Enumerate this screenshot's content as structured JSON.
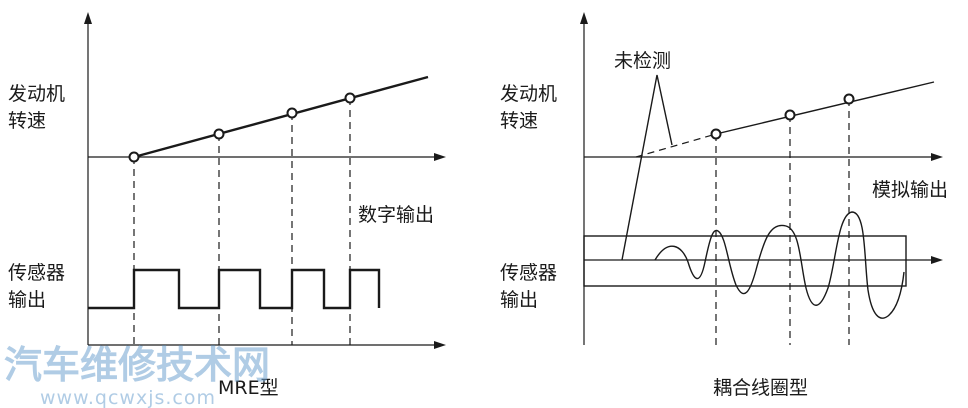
{
  "left_panel": {
    "rpm_label_line1": "发动机",
    "rpm_label_line2": "转速",
    "digital_output_label": "数字输出",
    "sensor_label_line1": "传感器",
    "sensor_label_line2": "输出",
    "caption": "MRE型"
  },
  "right_panel": {
    "undetected_label": "未检测",
    "rpm_label_line1": "发动机",
    "rpm_label_line2": "转速",
    "analog_output_label": "模拟输出",
    "sensor_label_line1": "传感器",
    "sensor_label_line2": "输出",
    "caption": "耦合线圈型"
  },
  "watermark": {
    "title": "汽车维修技术网",
    "url": "www.qcwxjs.com"
  },
  "colors": {
    "line": "#1a1a1a",
    "background": "#ffffff",
    "watermark": "#6fa3cf"
  }
}
